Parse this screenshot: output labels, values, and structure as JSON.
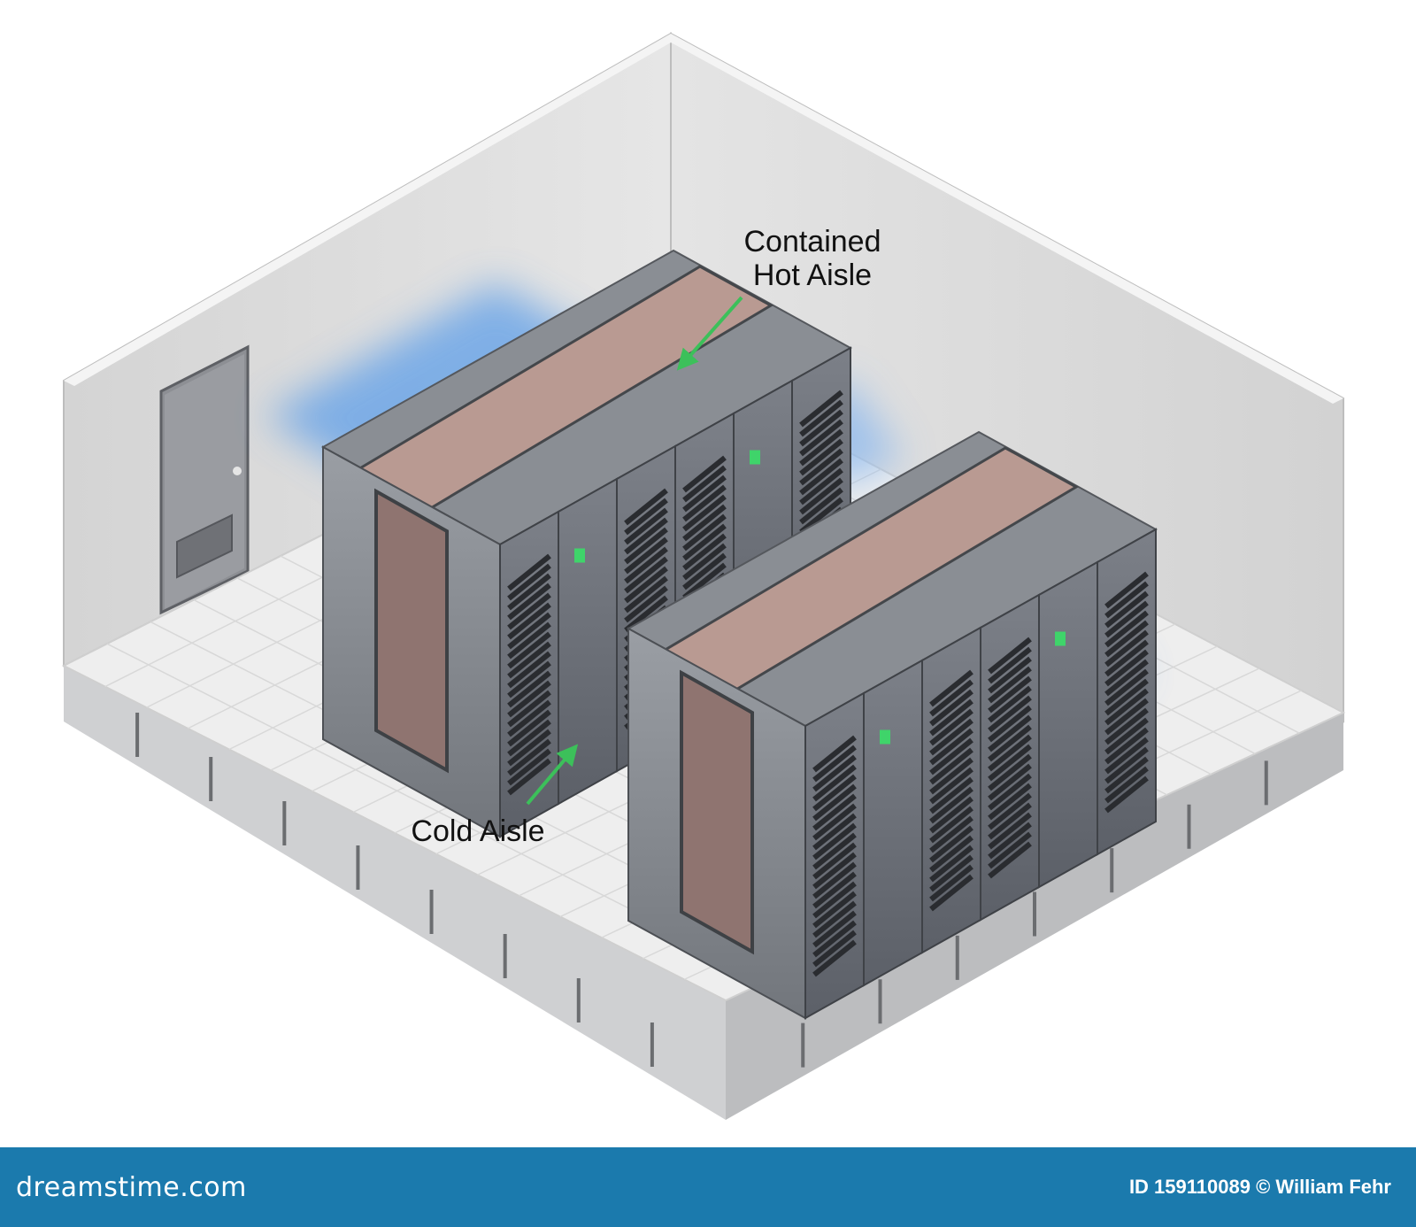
{
  "labels": {
    "hot_aisle_line1": "Contained",
    "hot_aisle_line2": "Hot Aisle",
    "cold_aisle": "Cold Aisle"
  },
  "footer": {
    "brand": "dreamstime.com",
    "credit": "ID 159110089 © William Fehr"
  },
  "colors": {
    "arrow": "#3cc05a",
    "cold_glow": "#5f9fe8",
    "footer_bg": "#1b7aad",
    "status_led": "#3fd46a"
  }
}
